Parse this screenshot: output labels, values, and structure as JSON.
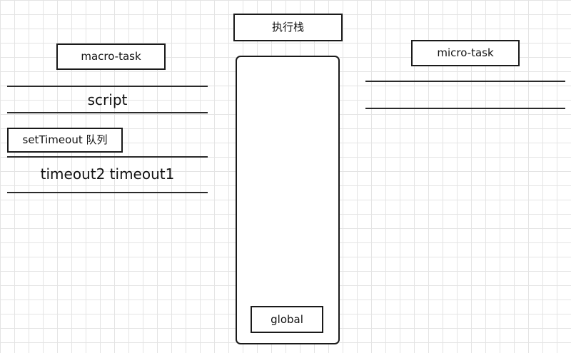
{
  "call_stack": {
    "title": "执行栈",
    "items": [
      "global"
    ]
  },
  "macro_task": {
    "title": "macro-task",
    "script_label": "script",
    "settimeout_queue": {
      "title": "setTimeout 队列",
      "items_text": "timeout2 timeout1"
    }
  },
  "micro_task": {
    "title": "micro-task"
  }
}
